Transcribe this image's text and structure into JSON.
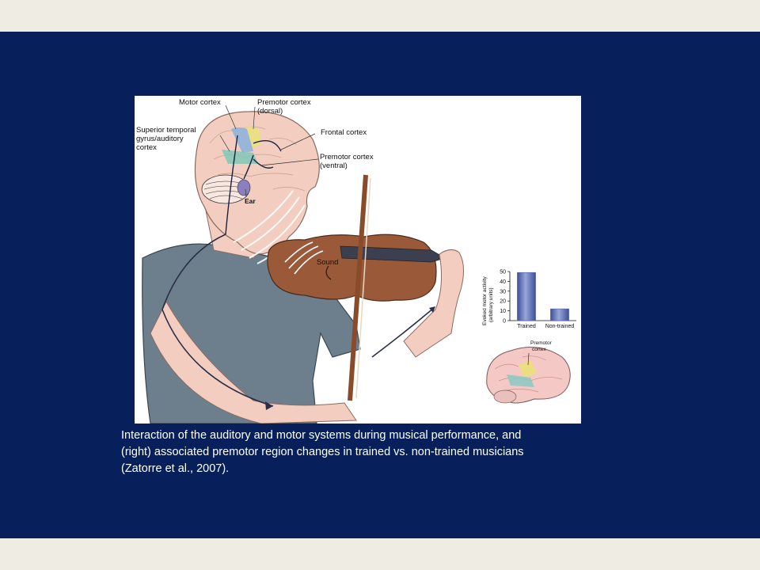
{
  "figure": {
    "labels": {
      "motor_cortex": "Motor cortex",
      "premotor_dorsal_1": "Premotor cortex",
      "premotor_dorsal_2": "(dorsal)",
      "superior_temporal_1": "Superior temporal",
      "superior_temporal_2": "gyrus/auditory",
      "superior_temporal_3": "cortex",
      "frontal_cortex": "Frontal cortex",
      "premotor_ventral_1": "Premotor cortex",
      "premotor_ventral_2": "(ventral)",
      "ear": "Ear",
      "sound": "Sound"
    },
    "inset_brain_label_1": "Premotor",
    "inset_brain_label_2": "cortex"
  },
  "chart_data": {
    "type": "bar",
    "categories": [
      "Trained",
      "Non-trained"
    ],
    "values": [
      49,
      12
    ],
    "ylabel_1": "Evoked motor activity",
    "ylabel_2": "(arbitrary units)",
    "ylim": [
      0,
      50
    ],
    "yticks": [
      "0",
      "10",
      "20",
      "30",
      "40",
      "50"
    ],
    "bar_color": "#4f5fa8"
  },
  "caption": {
    "line1": "Interaction of the auditory and motor systems during musical performance, and",
    "line2": "(right) associated premotor region changes in trained vs. non-trained musicians",
    "line3": "(Zatorre et al., 2007)."
  },
  "colors": {
    "navy": "#07205c",
    "band": "#efece4",
    "skin": "#f3cdbf",
    "shirt": "#6d7f8c",
    "violin": "#9a5a3a"
  }
}
